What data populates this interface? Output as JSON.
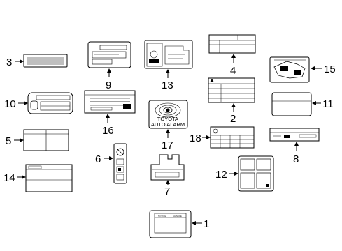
{
  "diagram": {
    "callouts": {
      "c1": "1",
      "c2": "2",
      "c3": "3",
      "c4": "4",
      "c5": "5",
      "c6": "6",
      "c7": "7",
      "c8": "8",
      "c9": "9",
      "c10": "10",
      "c11": "11",
      "c12": "12",
      "c13": "13",
      "c14": "14",
      "c15": "15",
      "c16": "16",
      "c17": "17",
      "c18": "18"
    },
    "alarm_label": {
      "line1": "TOYOTA",
      "line2": "AUTO ALARM"
    },
    "notice_label": {
      "left": "NOTICE",
      "right": "AVANCE"
    }
  }
}
